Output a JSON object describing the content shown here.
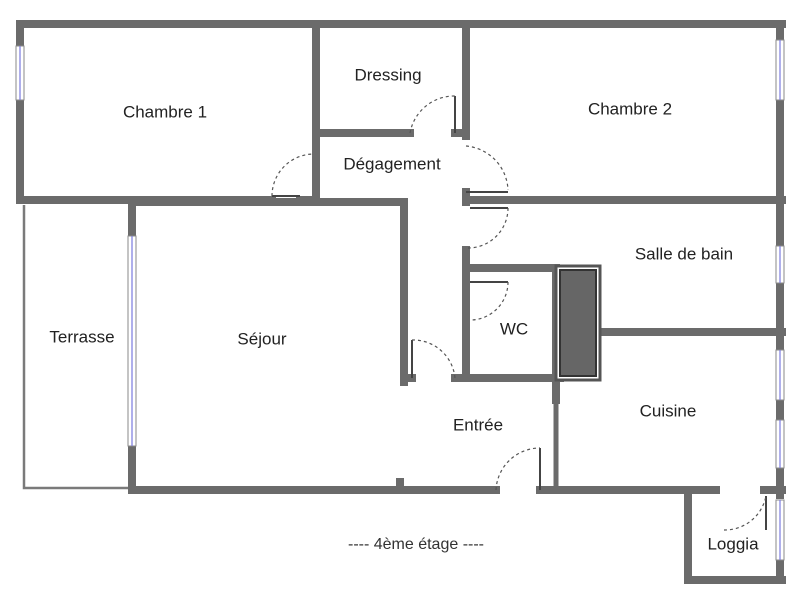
{
  "rooms": {
    "chambre1": "Chambre 1",
    "dressing": "Dressing",
    "chambre2": "Chambre 2",
    "degagement": "Dégagement",
    "salle_de_bain": "Salle de bain",
    "terrasse": "Terrasse",
    "sejour": "Séjour",
    "wc": "WC",
    "cuisine": "Cuisine",
    "entree": "Entrée",
    "loggia": "Loggia"
  },
  "caption": "----  4ème étage  ----"
}
